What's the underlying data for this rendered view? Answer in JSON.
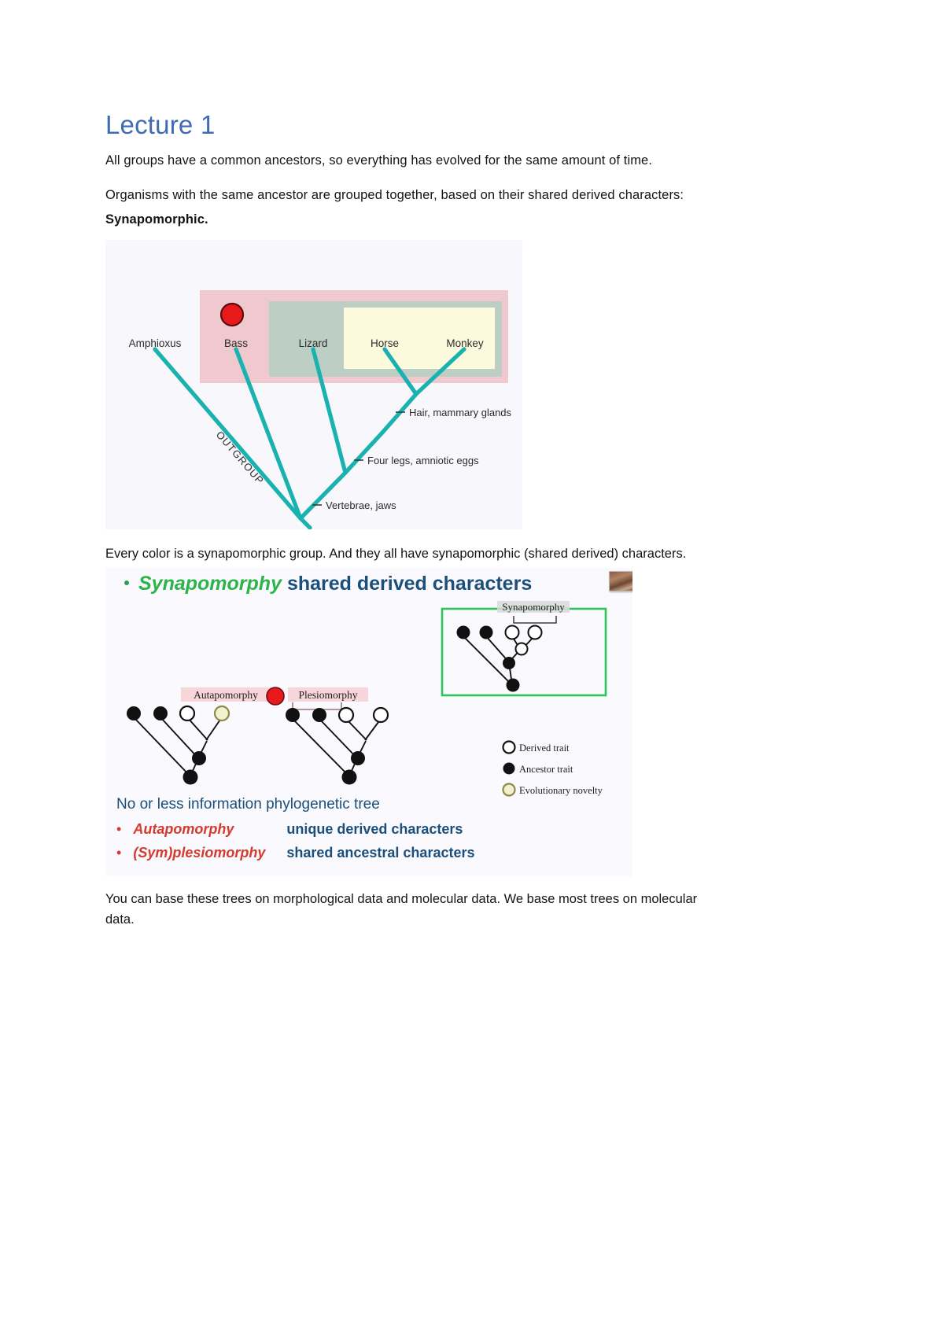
{
  "document": {
    "heading": "Lecture 1",
    "paragraph_1": "All groups have a common ancestors, so everything has evolved for the same amount of time.",
    "paragraph_2_lead": "Organisms with the same ancestor are grouped together, based on their shared derived characters:",
    "paragraph_2_bold": "Synapomorphic.",
    "caption_between": "Every color is a synapomorphic group. And they all have synapomorphic (shared derived) characters.",
    "paragraph_3": "You can base these trees on morphological data and molecular data. We base most trees on molecular data."
  },
  "figure_1": {
    "name": "vertebrate-cladogram",
    "taxa": [
      "Amphioxus",
      "Bass",
      "Lizard",
      "Horse",
      "Monkey"
    ],
    "outgroup_label": "OUTGROUP",
    "synapomorphy_labels": [
      "Hair, mammary glands",
      "Four legs, amniotic eggs",
      "Vertebrae, jaws"
    ],
    "colors": {
      "branch": "#19b2ae",
      "group_pink": "#f0c9cf",
      "group_green": "#b8cfc4",
      "group_cream": "#fcfadd",
      "marker_red": "#e8191b",
      "background": "#f8f7fc"
    }
  },
  "figure_2": {
    "name": "synapomorphy-slide",
    "title_green": "Synapomorphy",
    "title_navy": "shared derived characters",
    "boxed_tree_label": "Synapomorphy",
    "left_tree_label": "Autapomorphy",
    "middle_tree_label": "Plesiomorphy",
    "legend": [
      {
        "symbol": "open-circle",
        "text": "Derived trait"
      },
      {
        "symbol": "filled-circle",
        "text": "Ancestor trait"
      },
      {
        "symbol": "cream-circle",
        "text": "Evolutionary novelty"
      }
    ],
    "bottom_heading": "No or less information phylogenetic tree",
    "bottom_lines": [
      {
        "term": "Autapomorphy",
        "definition": "unique derived characters"
      },
      {
        "term": "(Sym)plesiomorphy",
        "definition": "shared ancestral characters"
      }
    ],
    "colors": {
      "green": "#2cb34a",
      "navy": "#1b4f7a",
      "red": "#d23b2e",
      "highlight_pink": "#f7d6da",
      "box_border": "#2ec45c",
      "background": "#faf9fd"
    }
  }
}
